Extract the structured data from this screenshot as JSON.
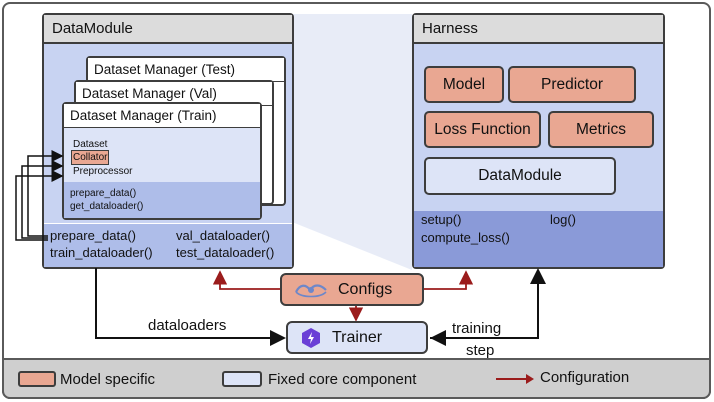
{
  "datamodule_panel": {
    "title": "DataModule",
    "managers": [
      "Dataset Manager (Test)",
      "Dataset Manager (Val)",
      "Dataset Manager (Train)"
    ],
    "train_items": [
      "Dataset",
      "Collator",
      "Preprocessor"
    ],
    "train_methods": [
      "prepare_data()",
      "get_dataloader()"
    ],
    "methods": [
      "prepare_data()",
      "val_dataloader()",
      "train_dataloader()",
      "test_dataloader()"
    ]
  },
  "harness_panel": {
    "title": "Harness",
    "components": [
      "Model",
      "Predictor",
      "Loss Function",
      "Metrics"
    ],
    "datamodule_label": "DataModule",
    "methods": [
      "setup()",
      "log()",
      "compute_loss()"
    ]
  },
  "center": {
    "configs_label": "Configs",
    "trainer_label": "Trainer",
    "dataloaders_label": "dataloaders",
    "training_step_label": [
      "training",
      "step"
    ]
  },
  "legend": {
    "model_specific": "Model specific",
    "fixed_core": "Fixed core component",
    "configuration": "Configuration"
  },
  "colors": {
    "model_specific": "#e9a792",
    "fixed_core": "#dde4f7",
    "config_arrow": "#9b1c1c",
    "panel_bg": "#c8d3f2",
    "panel_lower": "#8a9ad8"
  }
}
